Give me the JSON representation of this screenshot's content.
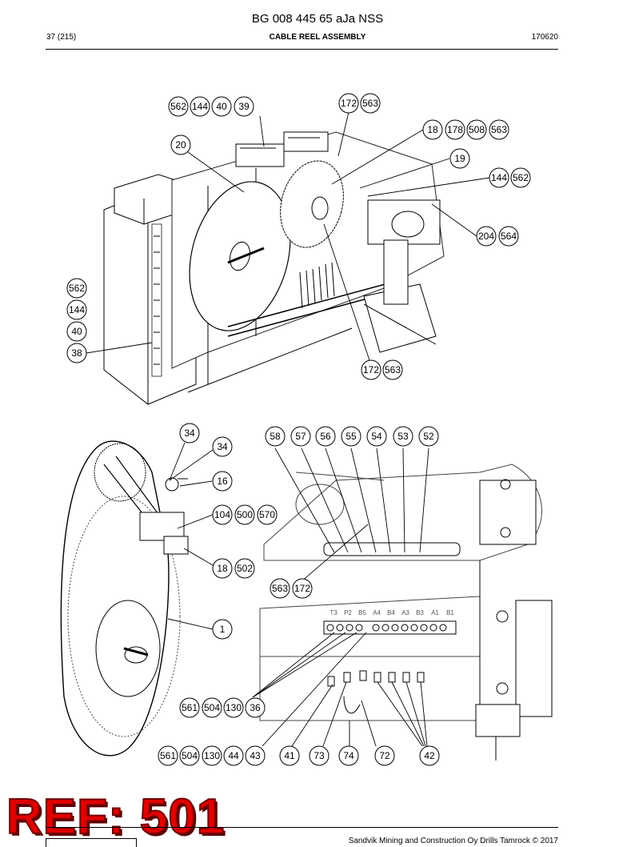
{
  "header": {
    "doc_number": "BG 008 445 65 aJa NSS",
    "page": "37 (215)",
    "title": "CABLE REEL ASSEMBLY",
    "date": "170620"
  },
  "balloons": [
    "562",
    "144",
    "40",
    "39",
    "172",
    "563",
    "18",
    "178",
    "508",
    "563",
    "20",
    "19",
    "144",
    "562",
    "204",
    "564",
    "562",
    "144",
    "40",
    "38",
    "172",
    "563",
    "34",
    "34",
    "16",
    "104",
    "500",
    "570",
    "18",
    "502",
    "1",
    "58",
    "57",
    "56",
    "55",
    "54",
    "53",
    "52",
    "563",
    "172",
    "561",
    "504",
    "130",
    "36",
    "561",
    "504",
    "130",
    "44",
    "43",
    "41",
    "73",
    "74",
    "72",
    "42"
  ],
  "port_labels": [
    "T3",
    "P2",
    "B5",
    "A4",
    "B4",
    "A3",
    "B3",
    "A1",
    "B1"
  ],
  "watermark": "REF: 501",
  "footer": {
    "copyright": "Sandvik Mining and Construction Oy Drills Tamrock © 2017"
  }
}
